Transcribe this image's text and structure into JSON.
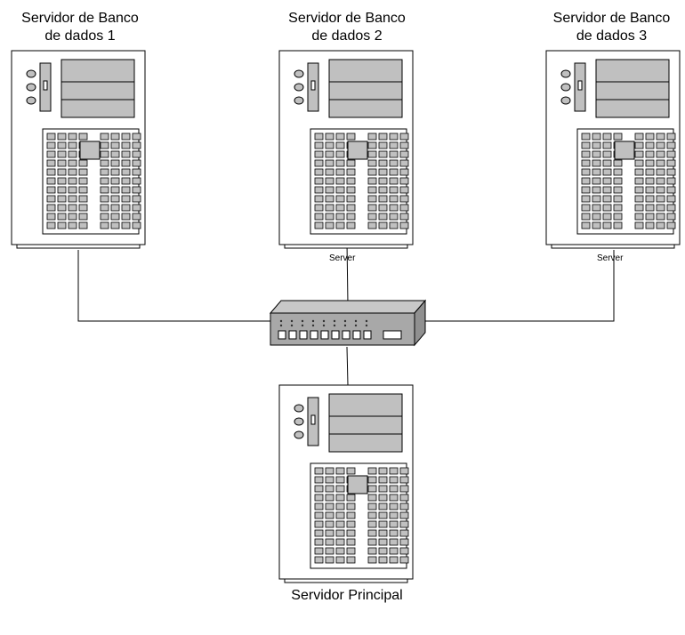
{
  "servers": [
    {
      "id": "db1",
      "title_line1": "Servidor de Banco",
      "title_line2": "de dados 1",
      "caption": ""
    },
    {
      "id": "db2",
      "title_line1": "Servidor de Banco",
      "title_line2": "de dados 2",
      "caption": "Server"
    },
    {
      "id": "db3",
      "title_line1": "Servidor de Banco",
      "title_line2": "de dados 3",
      "caption": "Server"
    },
    {
      "id": "main",
      "title_line1": "Servidor Principal",
      "title_line2": "",
      "caption": ""
    }
  ],
  "hub": {
    "icon": "network-hub-icon",
    "port_count": 9
  },
  "colors": {
    "line": "#000000",
    "panel": "#c0c0c0",
    "face": "#ffffff",
    "hub_top": "#c8c8c8",
    "hub_front": "#a8a8a8"
  }
}
